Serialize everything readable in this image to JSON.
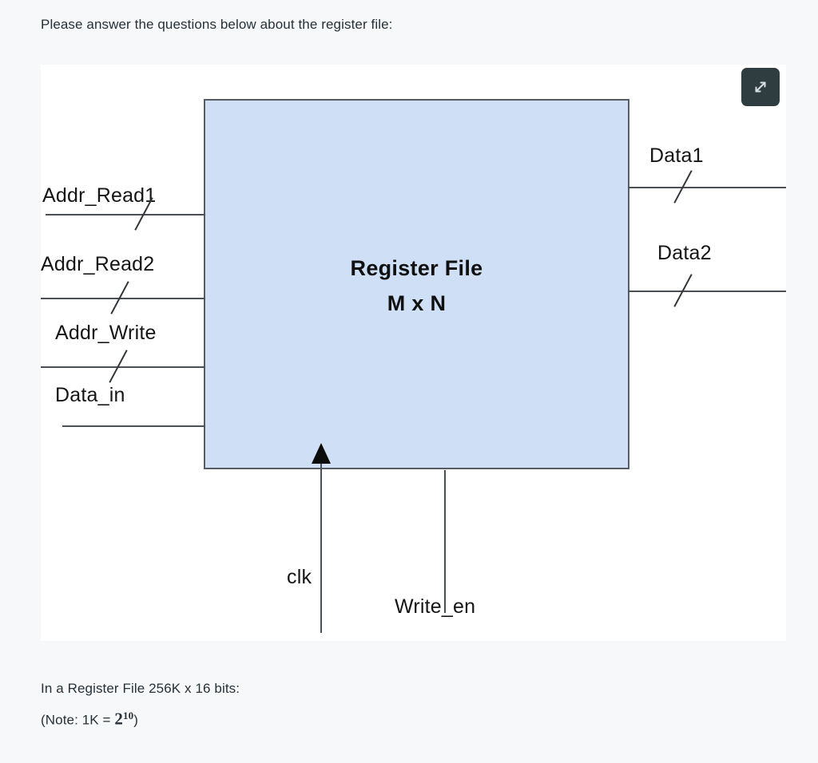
{
  "page": {
    "background_color": "#f7f8fa",
    "prompt": "Please answer the questions below about the register file:"
  },
  "figure": {
    "panel_background": "#ffffff",
    "expand_button": {
      "label": "Expand image",
      "icon": "expand-diagonal-arrows-icon",
      "background_color": "#2f3d40",
      "icon_color": "#d7dee0"
    },
    "block": {
      "title_line1": "Register File",
      "title_line2": "M x N",
      "fill_color": "#cfdff5",
      "border_color": "#595d63"
    },
    "inputs": [
      {
        "label": "Addr_Read1",
        "bus": true
      },
      {
        "label": "Addr_Read2",
        "bus": true
      },
      {
        "label": "Addr_Write",
        "bus": true
      },
      {
        "label": "Data_in",
        "bus": false
      }
    ],
    "outputs": [
      {
        "label": "Data1",
        "bus": true
      },
      {
        "label": "Data2",
        "bus": true
      }
    ],
    "bottom_signals": [
      {
        "label": "clk",
        "clocked": true
      },
      {
        "label": "Write_en",
        "clocked": false
      }
    ]
  },
  "footer": {
    "line1": "In a Register File 256K x 16 bits:",
    "note_prefix": "(Note: 1K = ",
    "note_base": "2",
    "note_exponent": "10",
    "note_suffix": ")"
  }
}
